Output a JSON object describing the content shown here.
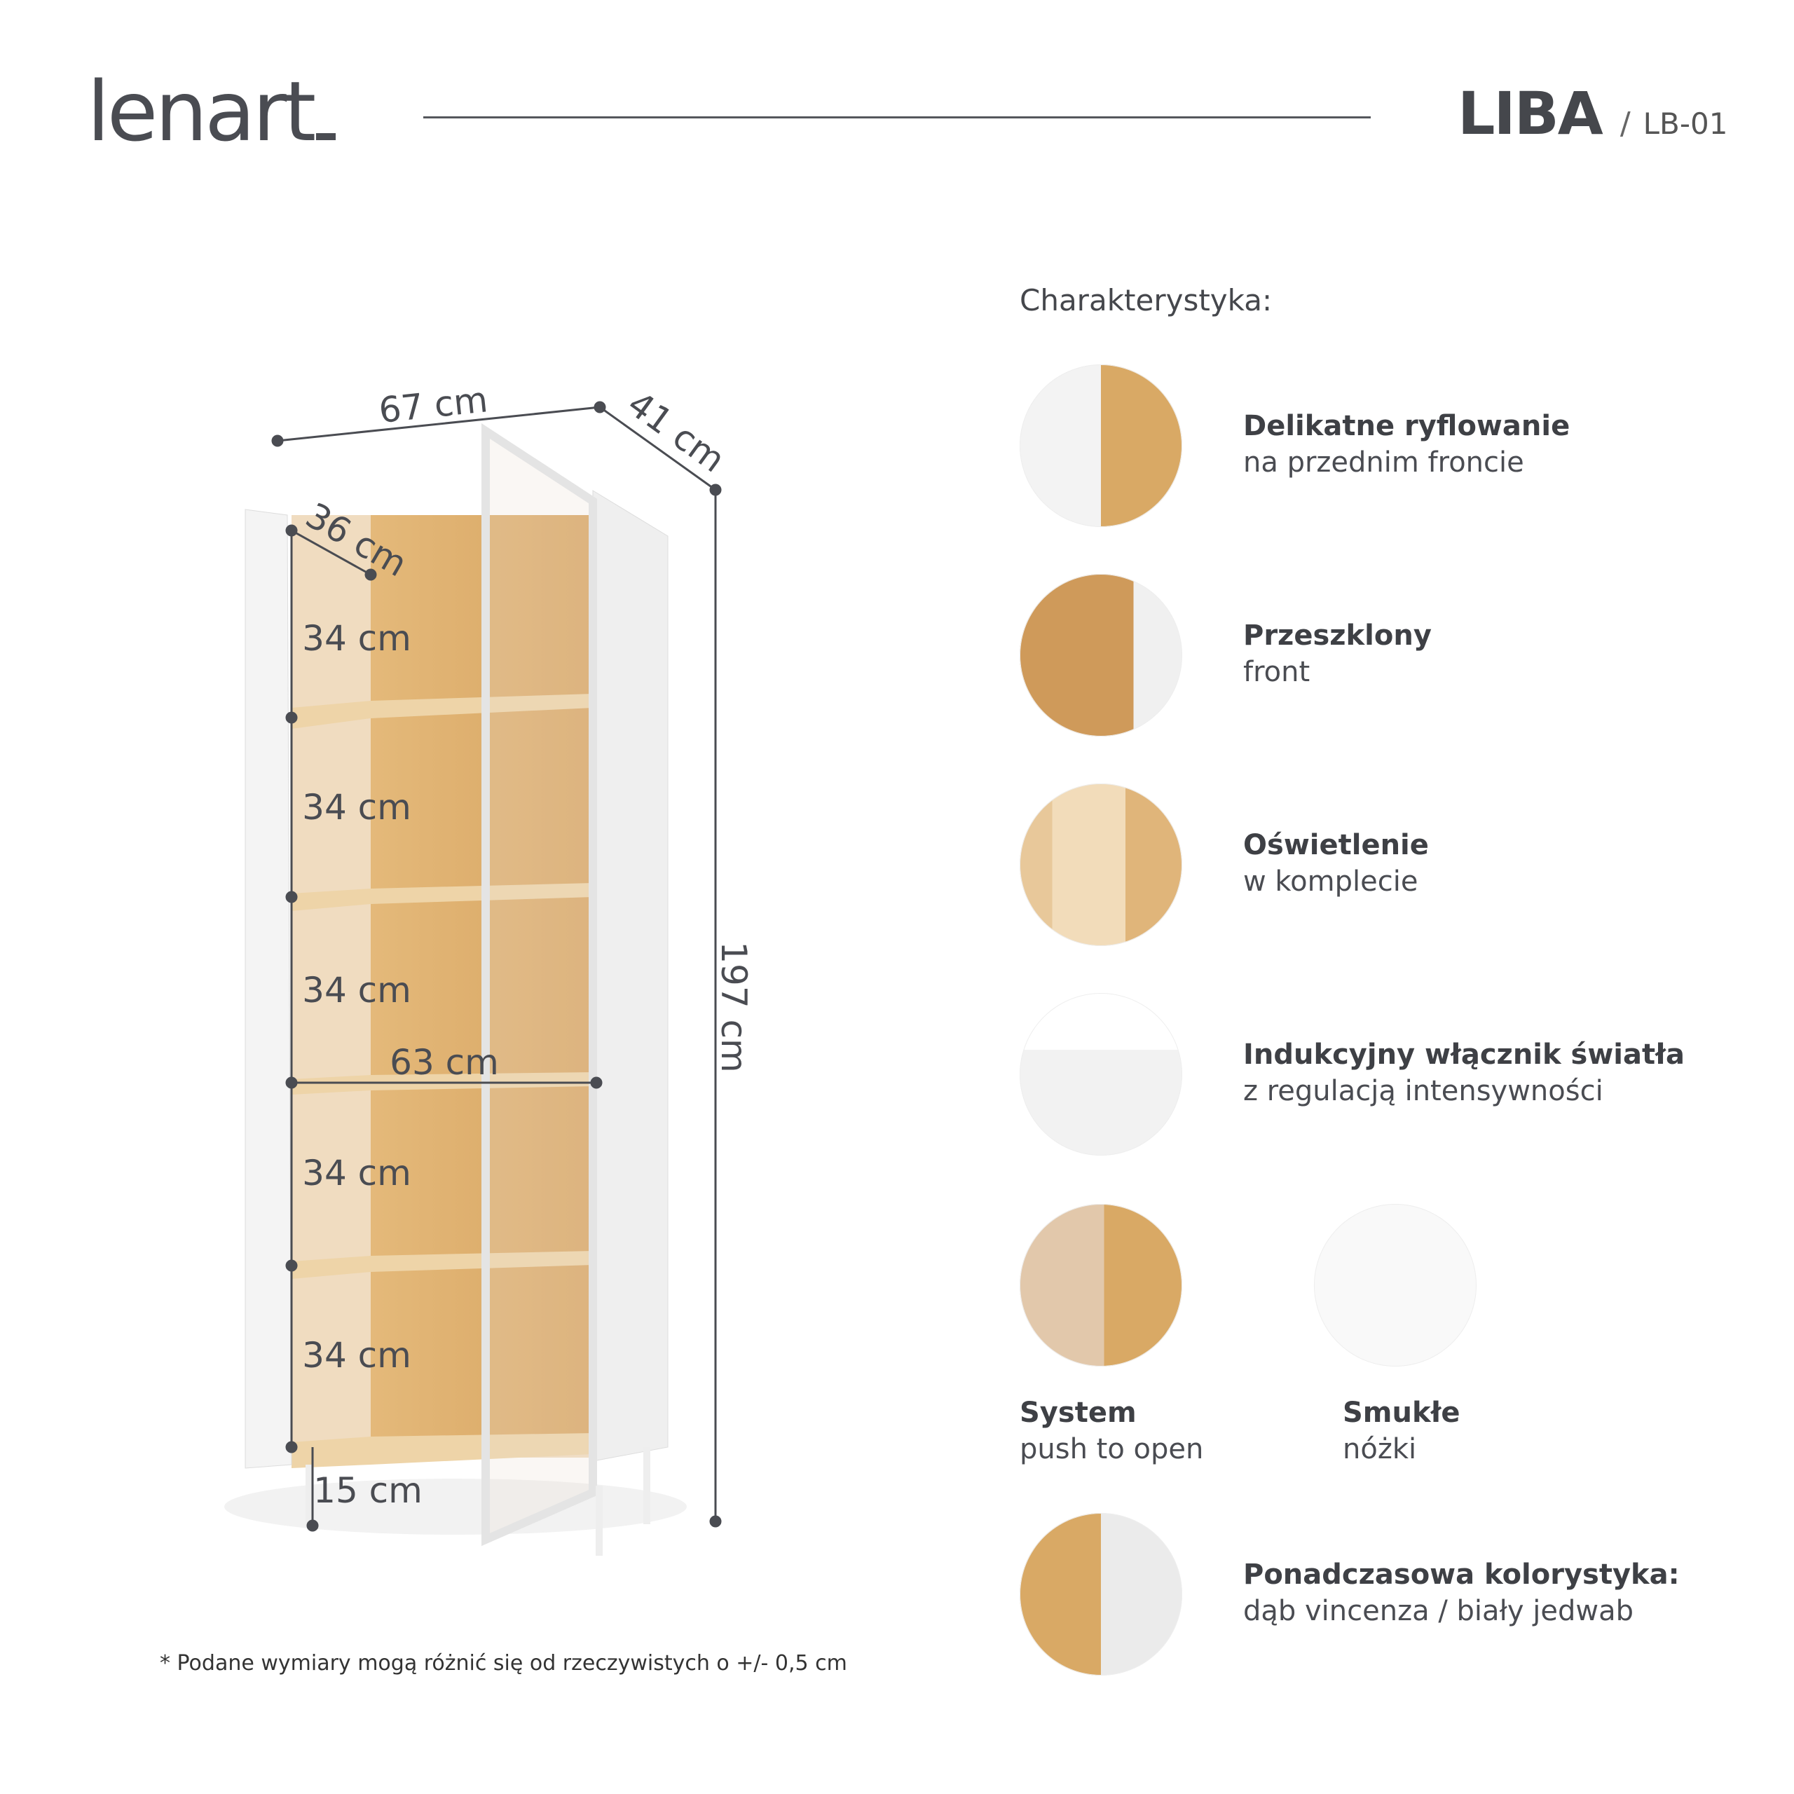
{
  "brand": {
    "logo": "lenart"
  },
  "product": {
    "name": "LIBA",
    "separator": "/",
    "code": "LB-01"
  },
  "dimensions": {
    "width": "67 cm",
    "depth": "41 cm",
    "height": "197 cm",
    "inner_depth": "36 cm",
    "shelf_heights": [
      "34 cm",
      "34 cm",
      "34 cm",
      "34 cm",
      "34 cm"
    ],
    "inner_width": "63 cm",
    "leg_height": "15 cm"
  },
  "features": {
    "title": "Charakterystyka:",
    "items": [
      {
        "title": "Delikatne ryflowanie",
        "subtitle": "na przednim froncie",
        "icon": "fluted-front-photo"
      },
      {
        "title": "Przeszklony",
        "subtitle": "front",
        "icon": "glass-front-photo"
      },
      {
        "title": "Oświetlenie",
        "subtitle": "w komplecie",
        "icon": "lighting-photo"
      },
      {
        "title": "Indukcyjny włącznik światła",
        "subtitle": "z regulacją intensywności",
        "icon": "switch-photo"
      },
      {
        "title": "System",
        "subtitle": "push to open",
        "icon": "push-latch-photo"
      },
      {
        "title": "Smukłe",
        "subtitle": "nóżki",
        "icon": "legs-photo"
      },
      {
        "title": "Ponadczasowa kolorystyka:",
        "subtitle": "dąb vincenza / biały jedwab",
        "icon": "color-swatch"
      }
    ]
  },
  "colors": {
    "oak": "#d9a965",
    "white": "#ececec",
    "text": "#45474c"
  },
  "footnote": "* Podane wymiary mogą różnić się od rzeczywistych o +/- 0,5 cm"
}
